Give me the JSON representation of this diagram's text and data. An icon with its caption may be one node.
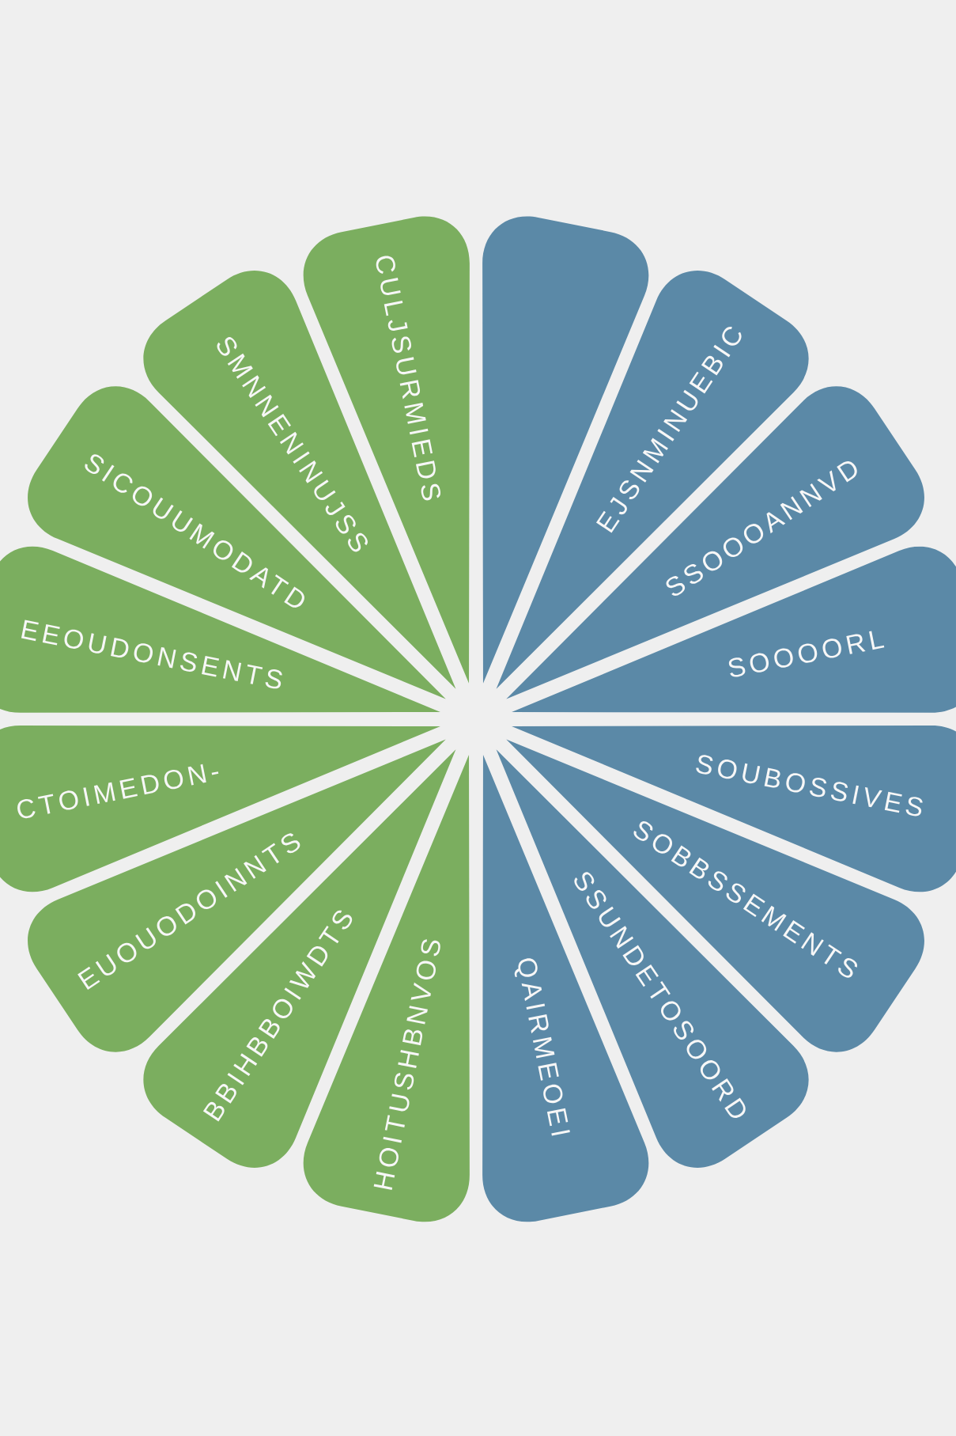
{
  "diagram": {
    "nodes": [
      {
        "text": [],
        "shape": "petal"
      },
      {
        "text": [
          "EJSNMINUEBIC"
        ]
      },
      {
        "text": [
          "SSOOOANNVD"
        ]
      },
      {
        "text": [
          "SOOOORL"
        ]
      },
      {
        "text": [
          "SOUBOSSIVES"
        ]
      },
      {
        "text": [
          "SOBBSSEMENTS"
        ]
      },
      {
        "text": [
          "SSUNDETOSOORD"
        ]
      },
      {
        "text": [
          "QAIRMEOEI"
        ]
      },
      {
        "text": [
          "HOITUSHBNVOS"
        ]
      },
      {
        "text": [
          "BBIHBBOIWDTS"
        ]
      },
      {
        "text": [
          "EUOUODOINNTS"
        ]
      },
      {
        "text": [
          "CTOIMEDON-"
        ]
      },
      {
        "text": [
          "EEOUDONSENTS"
        ]
      },
      {
        "text": [
          "SICOUUMODATD"
        ]
      },
      {
        "text": [
          "SMNNENINUJSS"
        ]
      },
      {
        "text": [
          "CULJSURMIEDS"
        ]
      }
    ]
  }
}
